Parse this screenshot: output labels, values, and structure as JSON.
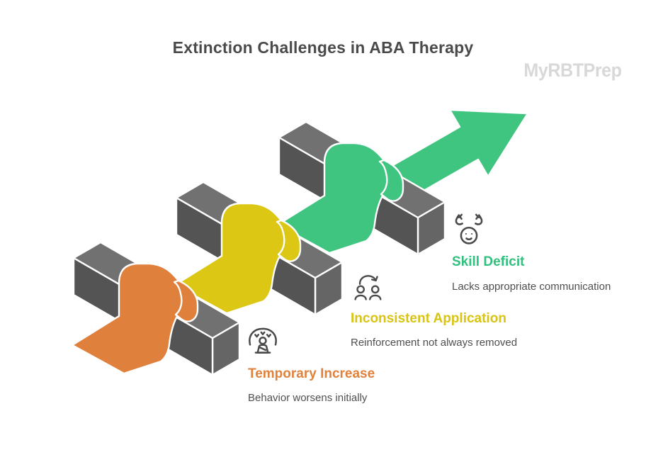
{
  "page": {
    "title": "Extinction Challenges in ABA Therapy",
    "watermark": "MyRBTPrep"
  },
  "colors": {
    "orange": "#DF803C",
    "yellow": "#DCC714",
    "green": "#3FC57F",
    "label_orange": "#E0813C",
    "label_yellow": "#D9C414",
    "label_green": "#31C07E",
    "bar_top": "#717171",
    "bar_front": "#545454",
    "bar_end": "#656565",
    "title_text": "#4A4A4A",
    "description_text": "#4F4F4F",
    "watermark_text": "#D8D8D8",
    "outline": "#FFFFFF"
  },
  "diagram": {
    "type": "ascending-ribbon-arrow-over-obstacles",
    "stages": [
      {
        "label": "Temporary Increase",
        "description": "Behavior worsens initially",
        "icon": "tantrum-person-icon"
      },
      {
        "label": "Inconsistent Application",
        "description": "Reinforcement not always removed",
        "icon": "people-handover-icon"
      },
      {
        "label": "Skill Deficit",
        "description": "Lacks appropriate communication",
        "icon": "head-in-hands-icon"
      }
    ]
  }
}
